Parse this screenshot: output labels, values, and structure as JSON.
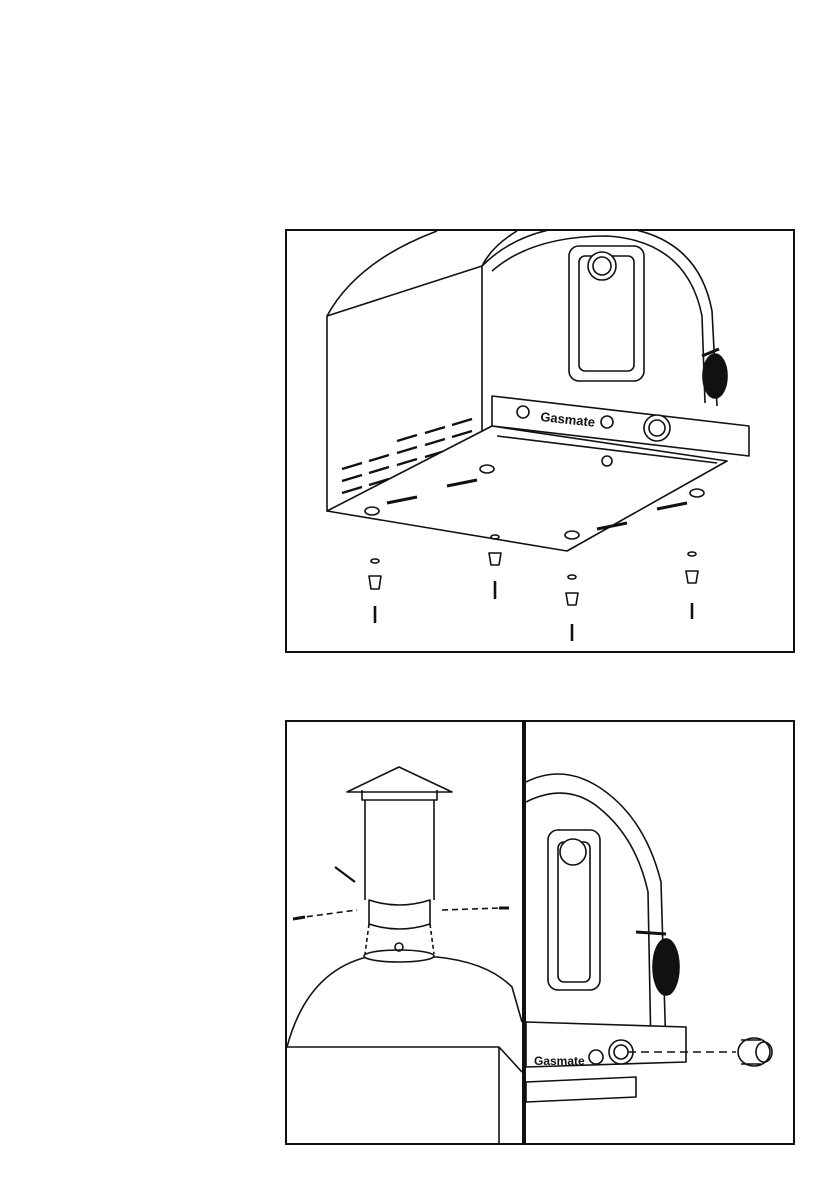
{
  "brand_top": "Gasmate",
  "brand_bottom": "Gasmate",
  "icons": {
    "oven_underside": "pizza-oven-underside-illustration",
    "chimney": "chimney-assembly-illustration",
    "knob": "control-knob-illustration"
  }
}
